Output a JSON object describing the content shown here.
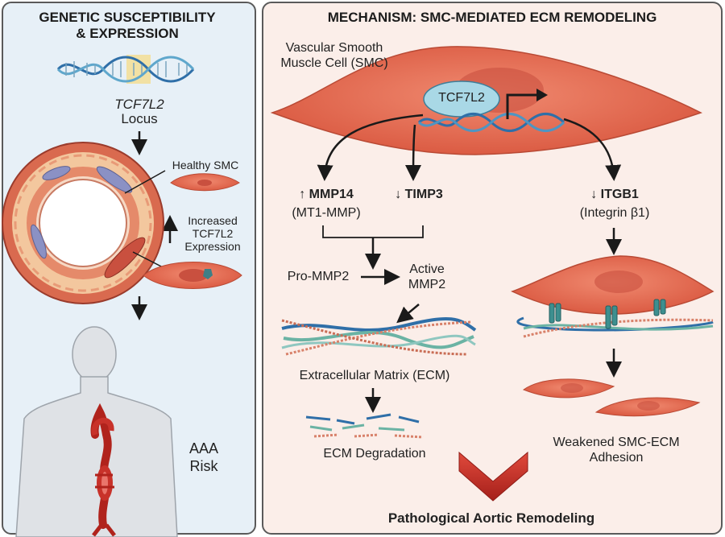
{
  "left": {
    "title_line1": "GENETIC SUSCEPTIBILITY",
    "title_line2": "& EXPRESSION",
    "gene_name": "TCF7L2",
    "locus": "Locus",
    "healthy_smc": "Healthy SMC",
    "increased_line1": "Increased",
    "increased_line2": "TCF7L2",
    "increased_line3": "Expression",
    "aaa_line1": "AAA",
    "aaa_line2": "Risk"
  },
  "right": {
    "title": "MECHANISM: SMC-MEDIATED ECM REMODELING",
    "smc_line1": "Vascular Smooth",
    "smc_line2": "Muscle Cell (SMC)",
    "tcf_label": "TCF7L2",
    "mmp14_arrow": "↑",
    "mmp14": "MMP14",
    "mmp14_sub": "(MT1-MMP)",
    "timp3_arrow": "↓",
    "timp3": "TIMP3",
    "itgb1_arrow": "↓",
    "itgb1": "ITGB1",
    "itgb1_sub": "(Integrin β1)",
    "pro_mmp2": "Pro-MMP2",
    "active_line1": "Active",
    "active_line2": "MMP2",
    "ecm": "Extracellular Matrix (ECM)",
    "ecm_degradation": "ECM Degradation",
    "weakened_line1": "Weakened SMC-ECM",
    "weakened_line2": "Adhesion",
    "conclusion": "Pathological Aortic Remodeling"
  },
  "colors": {
    "left_bg": "#e7f0f7",
    "right_bg": "#fbeee9",
    "cell": "#e8735a",
    "nucleus": "#c9503f",
    "tcf_oval": "#a9d8e6",
    "dna_blue": "#2f6fa8",
    "big_arrow": "#c8322a"
  }
}
